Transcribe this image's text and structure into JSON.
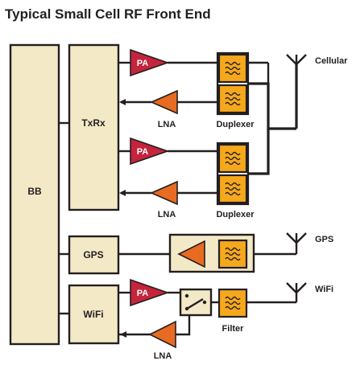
{
  "title": "Typical Small Cell RF Front End",
  "blocks": {
    "bb": "BB",
    "txrx": "TxRx",
    "gps": "GPS",
    "wifi": "WiFi"
  },
  "amplifiers": {
    "pa": "PA",
    "lna": "LNA"
  },
  "duplexer_label": "Duplexer",
  "filter_label": "Filter",
  "antennas": {
    "cellular": "Cellular",
    "gps": "GPS",
    "wifi": "WiFi"
  },
  "colors": {
    "block_fill": "#f4e9c6",
    "pa": "#c4243c",
    "lna": "#e76b20",
    "filter": "#f6a81c",
    "line": "#231f20"
  }
}
